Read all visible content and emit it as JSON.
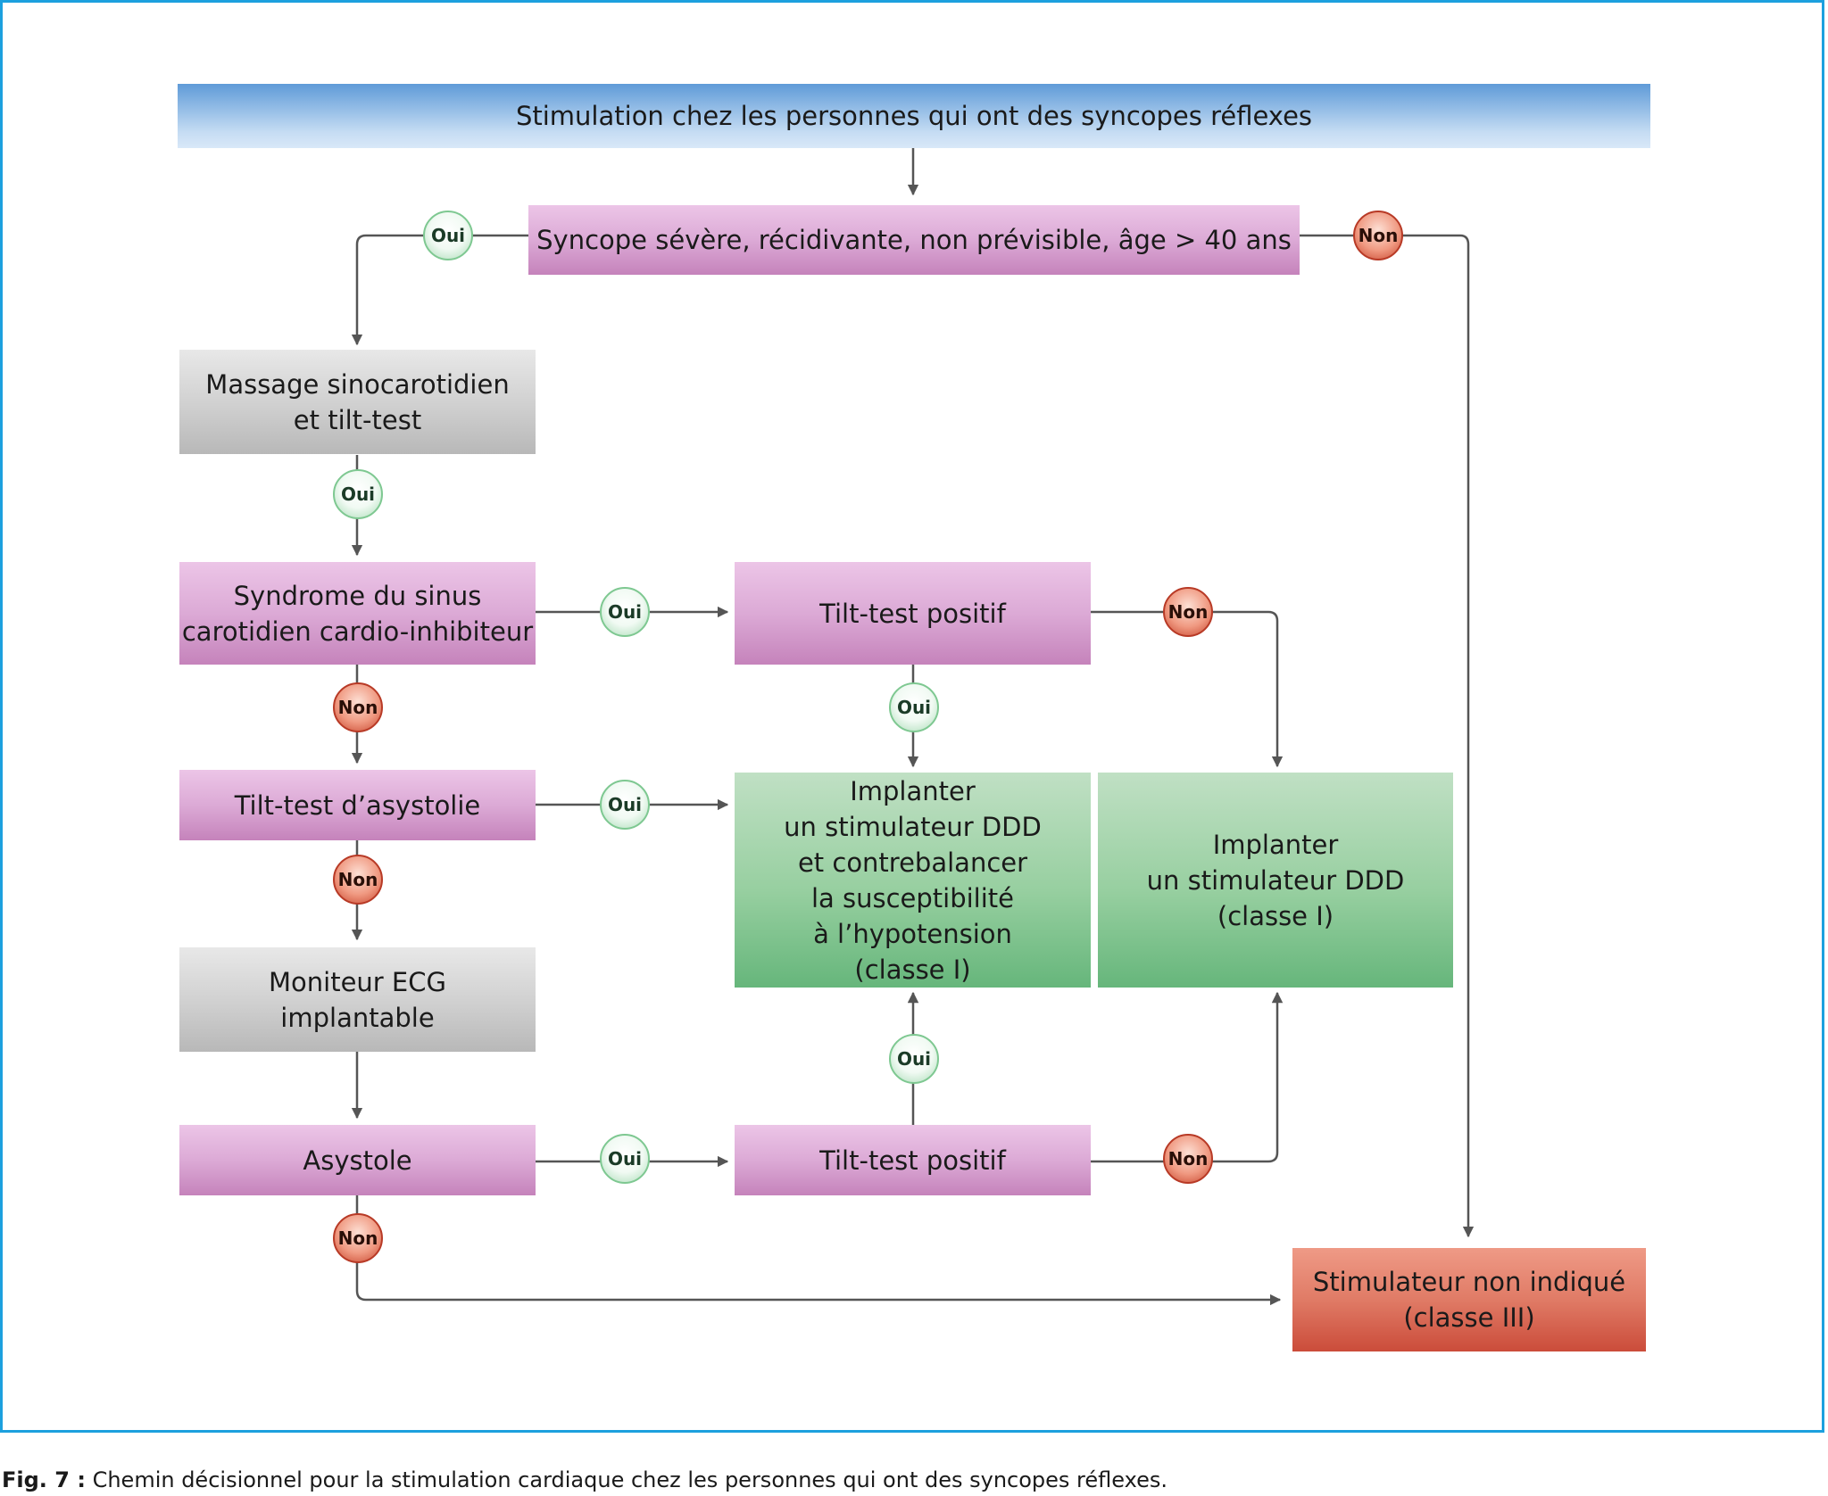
{
  "nodes": {
    "title": "Stimulation chez les personnes qui ont des syncopes réflexes",
    "syncope": "Syncope sévère, récidivante, non prévisible, âge > 40 ans",
    "massage": "Massage sinocarotidien\net tilt-test",
    "syndrome": "Syndrome du sinus\ncarotidien cardio-inhibiteur",
    "tilt_positif_1": "Tilt-test positif",
    "tilt_asystolie": "Tilt-test d’asystolie",
    "implanter_contre": "Implanter\nun stimulateur DDD\net contrebalancer\nla susceptibilité\nà l’hypotension\n(classe I)",
    "implanter_ddd": "Implanter\nun stimulateur DDD\n(classe I)",
    "moniteur": "Moniteur ECG\nimplantable",
    "asystole": "Asystole",
    "tilt_positif_2": "Tilt-test positif",
    "non_indique": "Stimulateur non indiqué\n(classe III)"
  },
  "labels": {
    "oui": "Oui",
    "non": "Non"
  },
  "colors": {
    "frame": "#1ca0de",
    "connector": "#555555",
    "oui_badge": "#7ec891",
    "non_badge": "#c8462e"
  },
  "caption": {
    "label": "Fig. 7 :",
    "text": "Chemin décisionnel pour la stimulation cardiaque chez les personnes qui ont des syncopes réflexes."
  }
}
